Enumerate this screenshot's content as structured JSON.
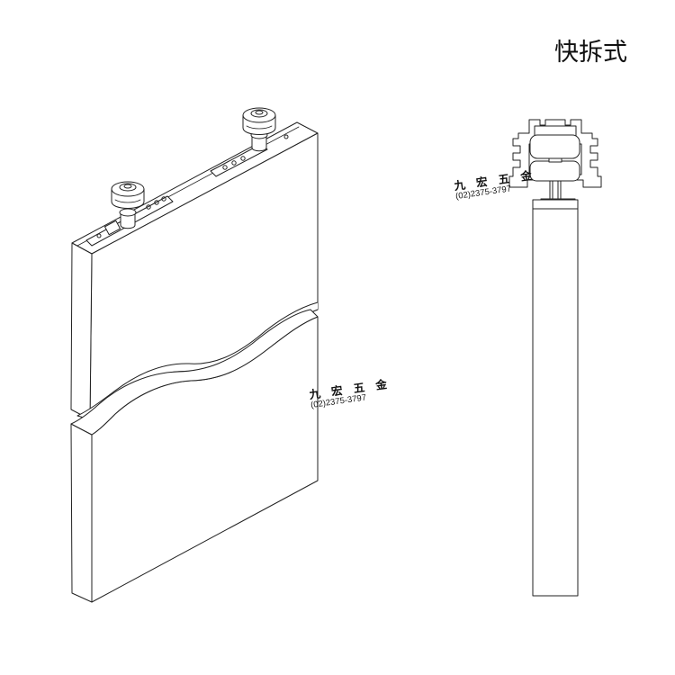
{
  "title": "快拆式",
  "watermark_left": {
    "name": "九 宏 五 金",
    "phone": "(02)2375-3797"
  },
  "watermark_right": {
    "name": "九 宏 五 金",
    "phone": "(02)2375-3797"
  },
  "colors": {
    "line": "#222222",
    "fill": "#ffffff"
  }
}
